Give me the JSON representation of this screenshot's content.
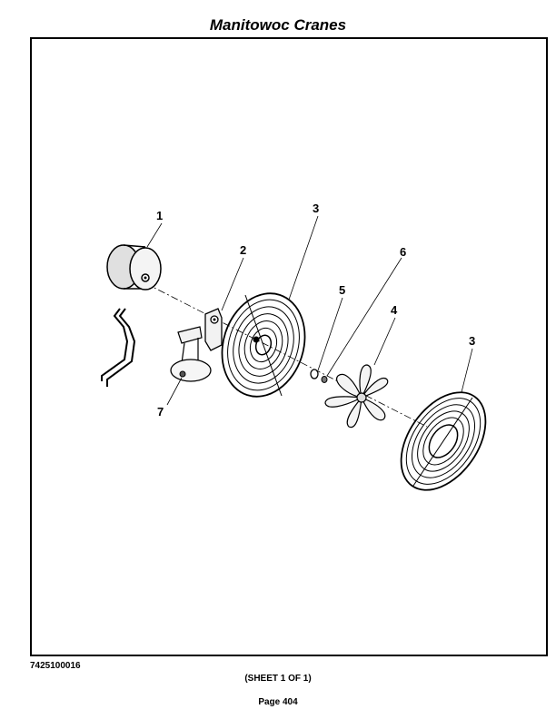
{
  "header": {
    "title": "Manitowoc Cranes"
  },
  "drawing": {
    "callouts": [
      "1",
      "2",
      "3",
      "3",
      "4",
      "5",
      "6",
      "7"
    ]
  },
  "footer": {
    "drawing_number": "7425100016",
    "sheet": "(SHEET 1 OF 1)",
    "page": "Page 404"
  }
}
